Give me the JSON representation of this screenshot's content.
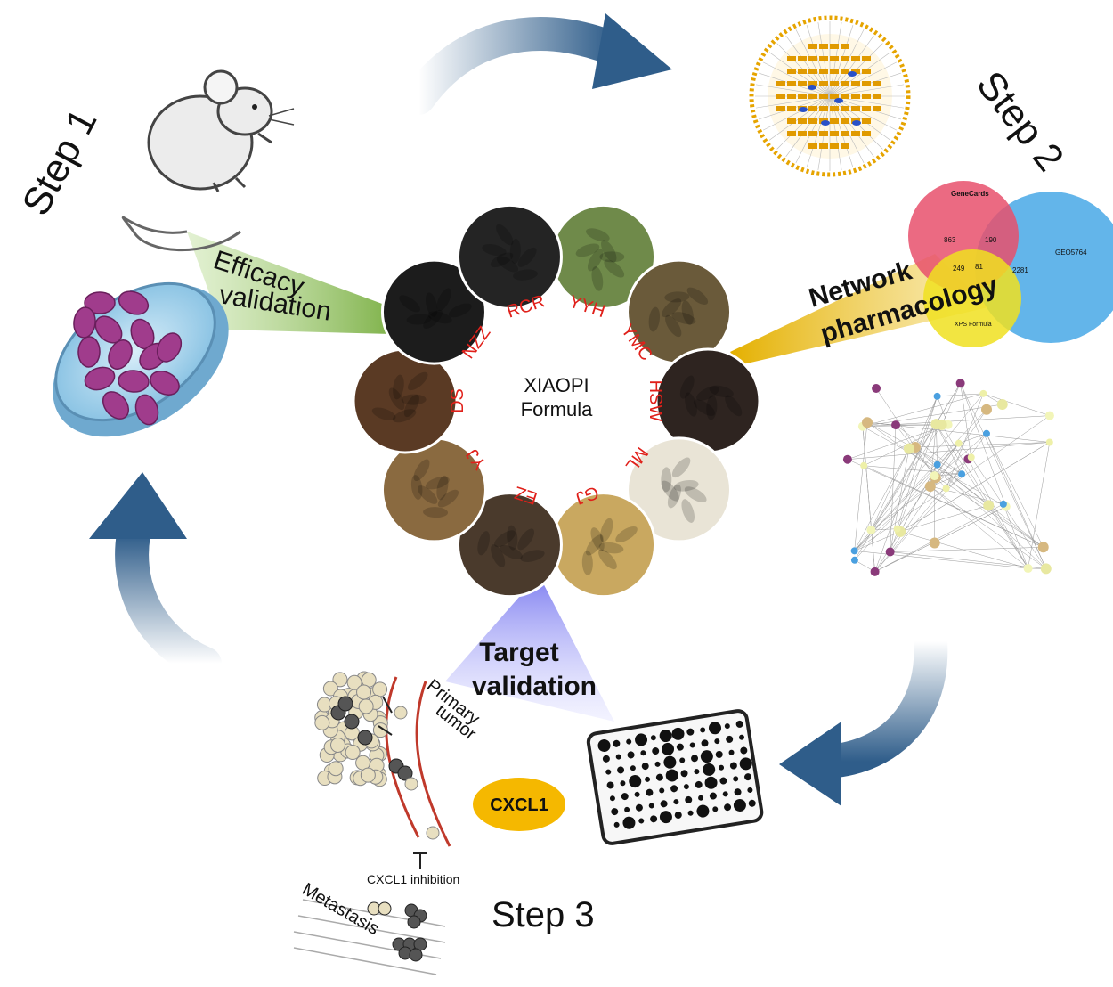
{
  "center": {
    "title_line1": "XIAOPI",
    "title_line2": "Formula"
  },
  "herbs": [
    {
      "label": "YYH",
      "color": "#6f8a4a"
    },
    {
      "label": "YMC",
      "color": "#6a5a3a"
    },
    {
      "label": "HSW",
      "color": "#2e2420"
    },
    {
      "label": "ML",
      "color": "#e9e4d6"
    },
    {
      "label": "GJ",
      "color": "#c9a860"
    },
    {
      "label": "EZ",
      "color": "#4a3a2c"
    },
    {
      "label": "YJ",
      "color": "#8a6a40"
    },
    {
      "label": "DS",
      "color": "#5a3a24"
    },
    {
      "label": "NZZ",
      "color": "#1c1c1c"
    },
    {
      "label": "RCR",
      "color": "#242424"
    }
  ],
  "herb_label_color": "#e0201a",
  "steps": {
    "step1": "Step 1",
    "step2": "Step 2",
    "step3": "Step 3"
  },
  "beams": {
    "efficacy_line1": "Efficacy",
    "efficacy_line2": "validation",
    "network_line1": "Network",
    "network_line2": "pharmacology",
    "target_line1": "Target",
    "target_line2": "validation"
  },
  "venn": {
    "set_a": "GeneCards",
    "set_b": "GEO5764",
    "set_c": "XPS Formula",
    "n_a_only": "863",
    "n_ab": "190",
    "n_ac": "249",
    "n_abc": "81",
    "n_b_only": "2281"
  },
  "tumor": {
    "primary_line1": "Primary",
    "primary_line2": "tumor",
    "inhibition": "CXCL1 inhibition",
    "metastasis": "Metastasis"
  },
  "cxcl1": "CXCL1",
  "colors": {
    "arrow": "#2f5d8a",
    "green_beam": "#7fb24a",
    "gold_beam": "#d8a400",
    "blue_beam": "#8c8cf0",
    "cxcl1_badge": "#f5b800",
    "dish": "#9fd0ea",
    "cell": "#a03c8c"
  }
}
